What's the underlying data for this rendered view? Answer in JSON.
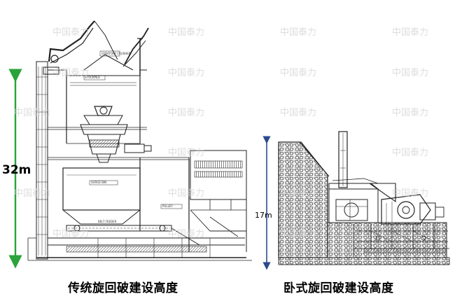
{
  "left_diagram": {
    "height_label": "32m",
    "caption": "传统旋回破建设高度",
    "arrow_color": "#2aa33a",
    "annotations": [
      "GYRATORY CRUSHER",
      "STOCKPILE",
      "SURGE BIN",
      "BELT FEEDER",
      "PULLEY"
    ]
  },
  "right_diagram": {
    "height_label": "17m",
    "caption": "卧式旋回破建设高度",
    "arrow_color": "#2b4a8c"
  },
  "watermark": {
    "text": "中国泰力",
    "color": "#cfcfcf"
  }
}
